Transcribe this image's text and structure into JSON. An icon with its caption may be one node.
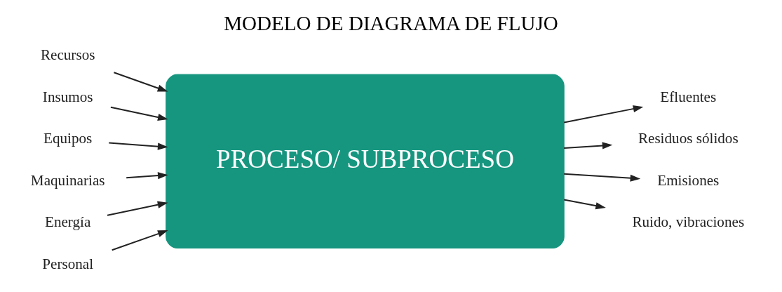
{
  "diagram": {
    "title": "MODELO DE DIAGRAMA DE FLUJO",
    "nodes": [
      {
        "text": [
          "PROCESO/ SUBPROCESO"
        ]
      },
      {
        "text": [
          "Recursos"
        ]
      },
      {
        "text": [
          "Insumos"
        ]
      },
      {
        "text": [
          "Equipos"
        ]
      },
      {
        "text": [
          "Maquinarias"
        ]
      },
      {
        "text": [
          "Energía"
        ]
      },
      {
        "text": [
          "Personal"
        ]
      },
      {
        "text": [
          "Efluentes"
        ]
      },
      {
        "text": [
          "Residuos sólidos"
        ]
      },
      {
        "text": [
          "Emisiones"
        ]
      },
      {
        "text": [
          "Ruido, vibraciones"
        ]
      }
    ],
    "edges": [
      {
        "from": 1,
        "to": 0,
        "arrow": "to"
      },
      {
        "from": 2,
        "to": 0,
        "arrow": "to"
      },
      {
        "from": 3,
        "to": 0,
        "arrow": "to"
      },
      {
        "from": 4,
        "to": 0,
        "arrow": "to"
      },
      {
        "from": 5,
        "to": 0,
        "arrow": "to"
      },
      {
        "from": 6,
        "to": 0,
        "arrow": "to"
      },
      {
        "from": 0,
        "to": 7,
        "arrow": "to"
      },
      {
        "from": 0,
        "to": 8,
        "arrow": "to"
      },
      {
        "from": 0,
        "to": 9,
        "arrow": "to"
      },
      {
        "from": 0,
        "to": 10,
        "arrow": "to"
      }
    ]
  }
}
